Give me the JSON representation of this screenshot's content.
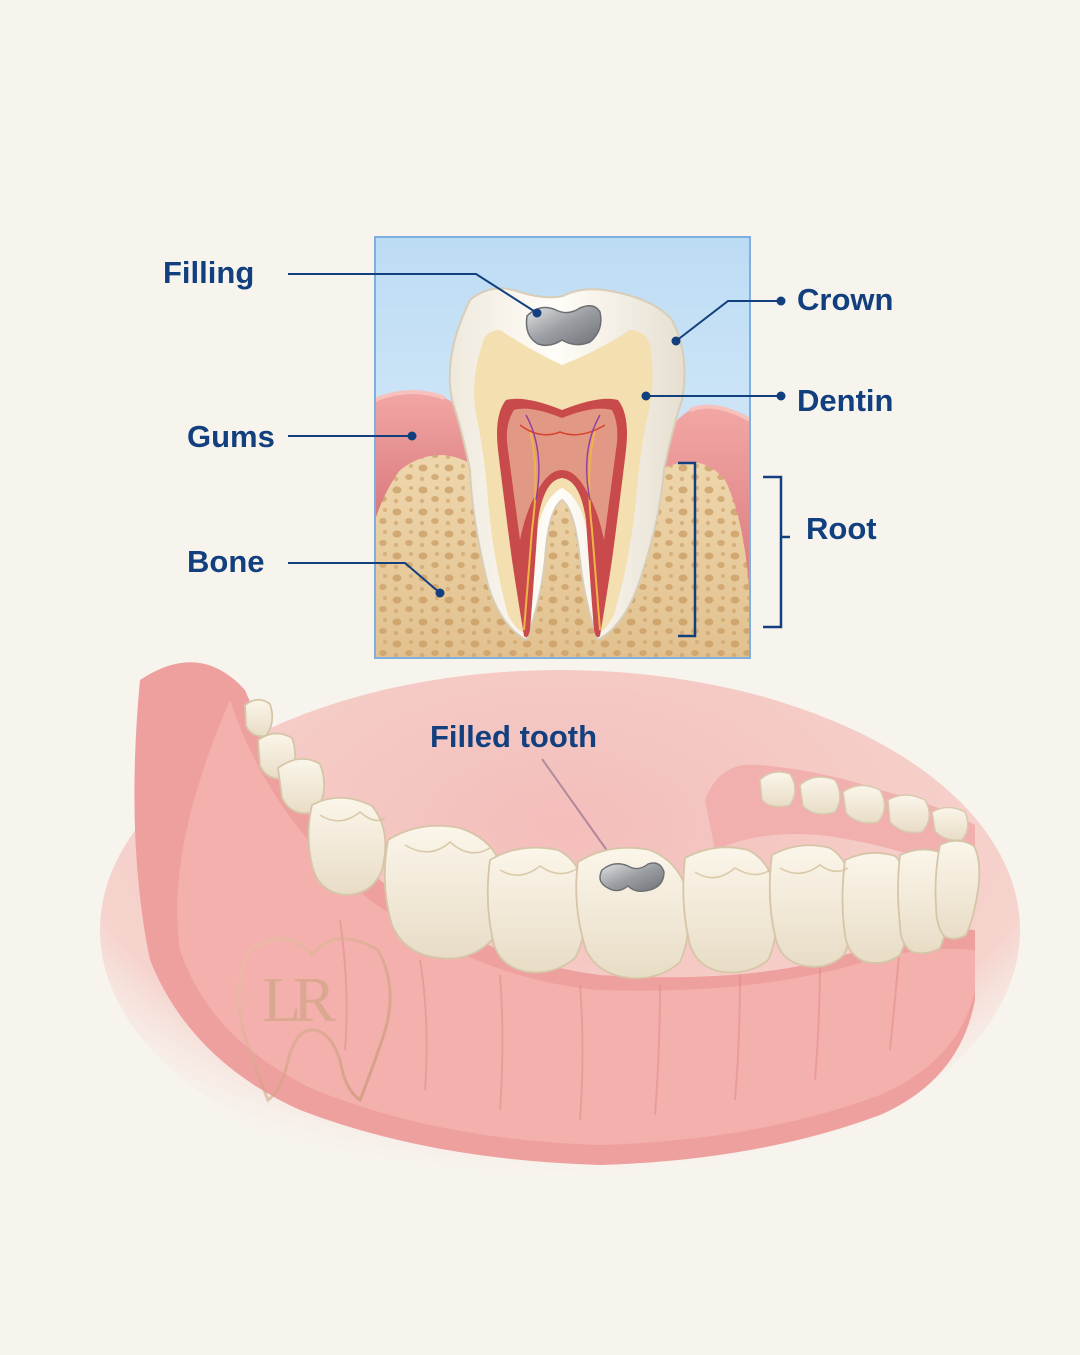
{
  "labels": {
    "filling": "Filling",
    "crown": "Crown",
    "dentin": "Dentin",
    "gums": "Gums",
    "root": "Root",
    "bone": "Bone",
    "filled_tooth": "Filled tooth"
  },
  "watermark": {
    "monogram": "LR"
  },
  "colors": {
    "background": "#f7f4ee",
    "label": "#123f7e",
    "leader_line": "#123f7e",
    "gum": "#e88d8f",
    "bone": "#ecd1a3",
    "enamel": "#fbf8f1",
    "dentin": "#f4dfb0",
    "pulp": "#c94a4a",
    "filling": "#9a9c9f",
    "sky": "#cfe5f7"
  },
  "icons": [
    "tooth-cross-section",
    "lower-jaw",
    "logo-mark"
  ]
}
